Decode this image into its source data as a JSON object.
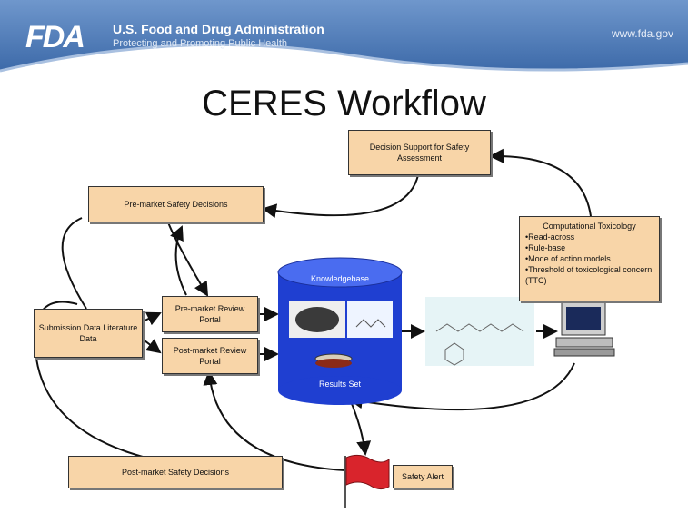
{
  "header": {
    "logo": "FDA",
    "agency_name": "U.S. Food and Drug Administration",
    "tagline": "Protecting and Promoting Public Health",
    "website": "www.fda.gov"
  },
  "title": "CERES Workflow",
  "boxes": {
    "decision_support": "Decision Support for Safety Assessment",
    "premarket_decisions": "Pre-market Safety Decisions",
    "submission_data": "Submission Data Literature Data",
    "premarket_portal": "Pre-market Review Portal",
    "postmarket_portal": "Post-market Review Portal",
    "postmarket_decisions": "Post-market Safety Decisions",
    "safety_alert": "Safety Alert"
  },
  "tox": {
    "title": "Computational Toxicology",
    "items": [
      "Read-across",
      "Rule-base",
      "Mode of action models",
      "Threshold of toxicological concern (TTC)"
    ]
  },
  "database": {
    "top_label": "Knowledgebase",
    "bottom_label": "Results Set"
  },
  "colors": {
    "box_fill": "#f8d5a8",
    "db_blue": "#1f3fd1",
    "banner_blue": "#4a78b8",
    "flag_red": "#d9242c"
  }
}
